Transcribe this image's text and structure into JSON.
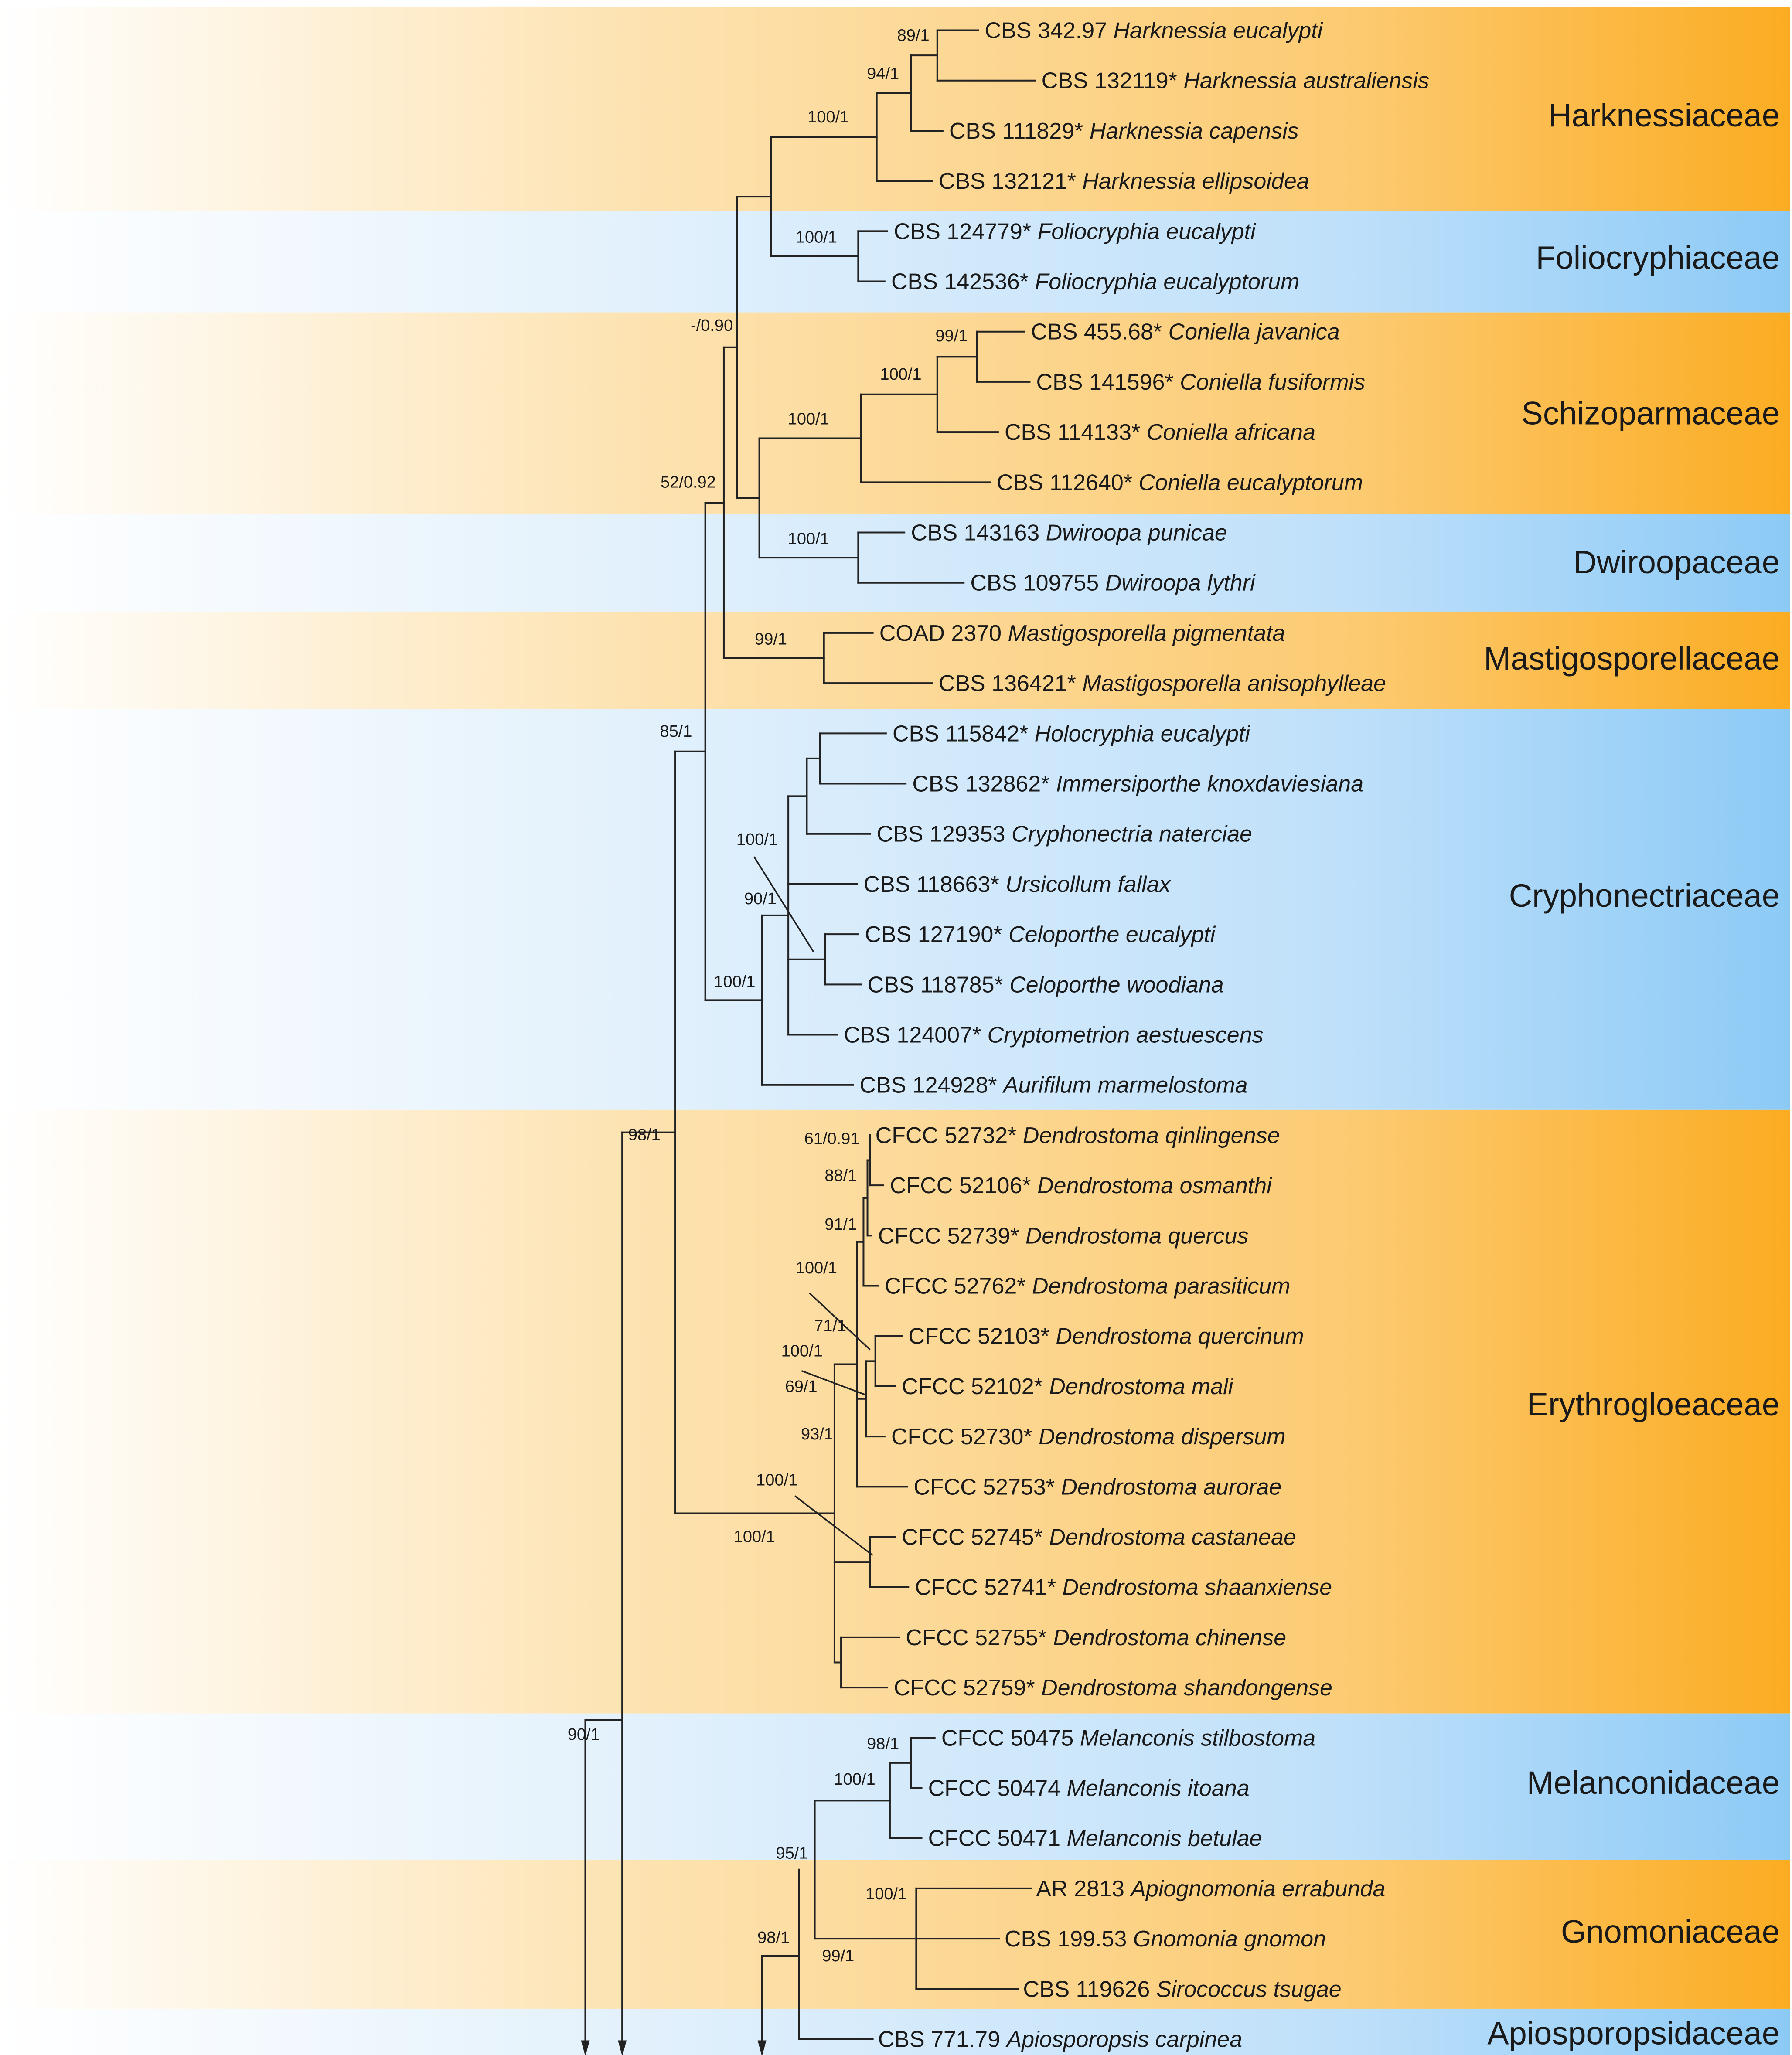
{
  "colors": {
    "orange_band": "#fbb02a",
    "blue_band": "#8fcaf6",
    "line": "#222222",
    "text": "#1a1a1a"
  },
  "families": [
    {
      "id": "harknessiaceae",
      "label": "Harknessiaceae",
      "color": "orange"
    },
    {
      "id": "foliocryphiaceae",
      "label": "Foliocryphiaceae",
      "color": "blue"
    },
    {
      "id": "schizoparmaceae",
      "label": "Schizoparmaceae",
      "color": "orange"
    },
    {
      "id": "dwiroopaceae",
      "label": "Dwiroopaceae",
      "color": "blue"
    },
    {
      "id": "mastigosporellaceae",
      "label": "Mastigosporellaceae",
      "color": "orange"
    },
    {
      "id": "cryphonectriaceae",
      "label": "Cryphonectriaceae",
      "color": "blue"
    },
    {
      "id": "erythrogloeaceae",
      "label": "Erythrogloeaceae",
      "color": "orange"
    },
    {
      "id": "melanconidaceae",
      "label": "Melanconidaceae",
      "color": "blue"
    },
    {
      "id": "gnomoniaceae",
      "label": "Gnomoniaceae",
      "color": "orange"
    },
    {
      "id": "apiosporopsidaceae",
      "label": "Apiosporopsidaceae",
      "color": "blue"
    }
  ],
  "taxa": [
    {
      "strain": "CBS 342.97",
      "species": "Harknessia eucalypti"
    },
    {
      "strain": "CBS 132119*",
      "species": "Harknessia australiensis"
    },
    {
      "strain": "CBS 111829*",
      "species": "Harknessia capensis"
    },
    {
      "strain": "CBS 132121*",
      "species": "Harknessia ellipsoidea"
    },
    {
      "strain": "CBS 124779*",
      "species": "Foliocryphia eucalypti"
    },
    {
      "strain": "CBS 142536*",
      "species": "Foliocryphia eucalyptorum"
    },
    {
      "strain": "CBS 455.68*",
      "species": "Coniella javanica"
    },
    {
      "strain": "CBS 141596*",
      "species": "Coniella fusiformis"
    },
    {
      "strain": "CBS 114133*",
      "species": "Coniella africana"
    },
    {
      "strain": "CBS 112640*",
      "species": "Coniella eucalyptorum"
    },
    {
      "strain": "CBS 143163",
      "species": "Dwiroopa punicae"
    },
    {
      "strain": "CBS 109755",
      "species": "Dwiroopa lythri"
    },
    {
      "strain": "COAD 2370",
      "species": "Mastigosporella pigmentata"
    },
    {
      "strain": "CBS 136421*",
      "species": "Mastigosporella anisophylleae"
    },
    {
      "strain": "CBS 115842*",
      "species": "Holocryphia eucalypti"
    },
    {
      "strain": "CBS 132862*",
      "species": "Immersiporthe knoxdaviesiana"
    },
    {
      "strain": "CBS 129353",
      "species": "Cryphonectria naterciae"
    },
    {
      "strain": "CBS 118663*",
      "species": "Ursicollum fallax"
    },
    {
      "strain": "CBS 127190*",
      "species": "Celoporthe eucalypti"
    },
    {
      "strain": "CBS 118785*",
      "species": "Celoporthe woodiana"
    },
    {
      "strain": "CBS 124007*",
      "species": "Cryptometrion aestuescens"
    },
    {
      "strain": "CBS 124928*",
      "species": "Aurifilum marmelostoma"
    },
    {
      "strain": "CFCC 52732*",
      "species": "Dendrostoma qinlingense"
    },
    {
      "strain": "CFCC 52106*",
      "species": "Dendrostoma osmanthi"
    },
    {
      "strain": "CFCC 52739*",
      "species": "Dendrostoma quercus"
    },
    {
      "strain": "CFCC 52762*",
      "species": "Dendrostoma parasiticum"
    },
    {
      "strain": "CFCC 52103*",
      "species": "Dendrostoma quercinum"
    },
    {
      "strain": "CFCC 52102*",
      "species": "Dendrostoma mali"
    },
    {
      "strain": "CFCC 52730*",
      "species": "Dendrostoma dispersum"
    },
    {
      "strain": "CFCC 52753*",
      "species": "Dendrostoma aurorae"
    },
    {
      "strain": "CFCC 52745*",
      "species": "Dendrostoma castaneae"
    },
    {
      "strain": "CFCC 52741*",
      "species": "Dendrostoma shaanxiense"
    },
    {
      "strain": "CFCC 52755*",
      "species": "Dendrostoma chinense"
    },
    {
      "strain": "CFCC 52759*",
      "species": "Dendrostoma shandongense"
    },
    {
      "strain": "CFCC 50475",
      "species": "Melanconis stilbostoma"
    },
    {
      "strain": "CFCC 50474",
      "species": "Melanconis itoana"
    },
    {
      "strain": "CFCC 50471",
      "species": "Melanconis betulae"
    },
    {
      "strain": "AR 2813",
      "species": "Apiognomonia errabunda"
    },
    {
      "strain": "CBS 199.53",
      "species": "Gnomonia gnomon"
    },
    {
      "strain": "CBS 119626",
      "species": "Sirococcus tsugae"
    },
    {
      "strain": "CBS 771.79",
      "species": "Apiosporopsis carpinea"
    }
  ],
  "supports": [
    "89/1",
    "94/1",
    "100/1",
    "100/1",
    "-/0.90",
    "99/1",
    "100/1",
    "100/1",
    "52/0.92",
    "100/1",
    "99/1",
    "85/1",
    "100/1",
    "90/1",
    "100/1",
    "98/1",
    "61/0.91",
    "88/1",
    "91/1",
    "100/1",
    "71/1",
    "100/1",
    "69/1",
    "93/1",
    "100/1",
    "100/1",
    "90/1",
    "98/1",
    "100/1",
    "95/1",
    "100/1",
    "98/1",
    "99/1"
  ]
}
